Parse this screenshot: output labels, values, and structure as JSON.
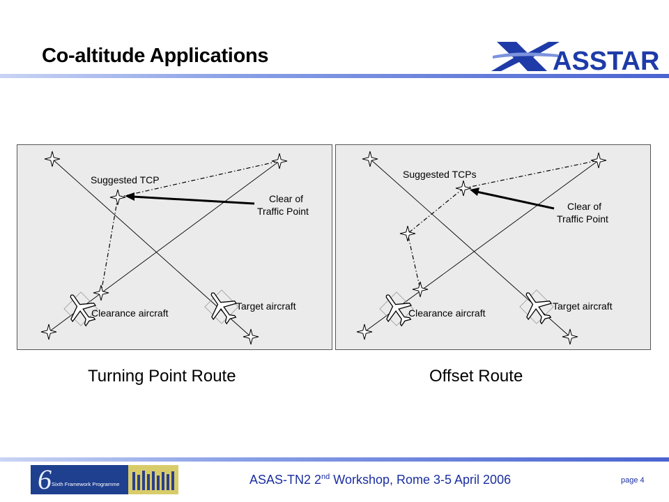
{
  "slide": {
    "title": "Co-altitude Applications",
    "logo_text": "ASSTAR",
    "footer": {
      "prefix": "ASAS-TN2 2",
      "superscript": "nd",
      "suffix": " Workshop, Rome 3-5 April 2006",
      "page": "page 4",
      "programme_logo_text": "Sixth Framework Programme"
    }
  },
  "diagrams": {
    "left": {
      "caption": "Turning Point Route",
      "label_suggested": "Suggested TCP",
      "label_clear_line1": "Clear of",
      "label_clear_line2": "Traffic Point",
      "label_clearance": "Clearance aircraft",
      "label_target": "Target aircraft"
    },
    "right": {
      "caption": "Offset Route",
      "label_suggested": "Suggested TCPs",
      "label_clear_line1": "Clear of",
      "label_clear_line2": "Traffic Point",
      "label_clearance": "Clearance aircraft",
      "label_target": "Target aircraft"
    }
  }
}
